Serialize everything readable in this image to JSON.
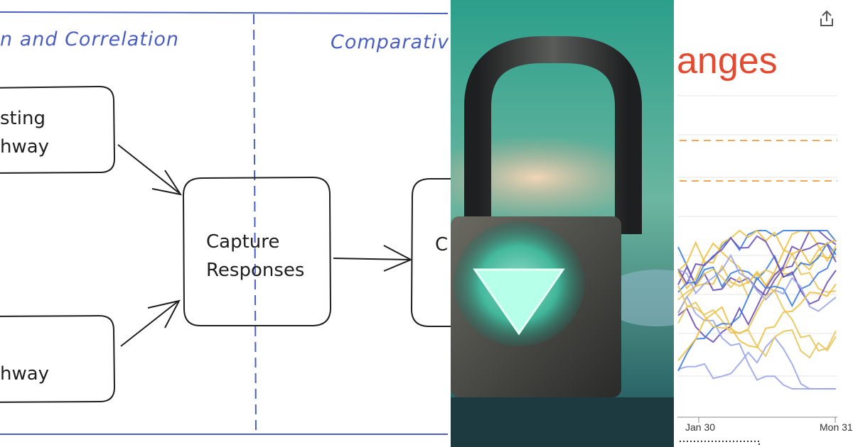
{
  "diagram": {
    "section_left_title": "n and Correlation",
    "section_right_title": "Comparativ",
    "boxes": {
      "top_left": [
        "sting",
        "hway"
      ],
      "bottom_left": [
        "",
        "hway"
      ],
      "center": [
        "Capture",
        "Responses"
      ],
      "right_partial": "C"
    },
    "colors": {
      "accent": "#4a5fc1",
      "stroke": "#1e1e1e"
    }
  },
  "lock_image": {
    "icon": "padlock-with-glowing-triangle",
    "colors": {
      "background": "#2f9a86",
      "glow": "#5fe0c4"
    }
  },
  "chart": {
    "title_fragment": "anges",
    "ticks": [
      "Jan 30",
      "Mon 31"
    ],
    "share_icon": "share-icon",
    "colors": {
      "title": "#e34a2f",
      "reference_line": "#f2a65a",
      "series": [
        "#f0c040",
        "#3d7de0",
        "#6b4fb8",
        "#9aa6e8",
        "#e8c45a"
      ]
    }
  }
}
